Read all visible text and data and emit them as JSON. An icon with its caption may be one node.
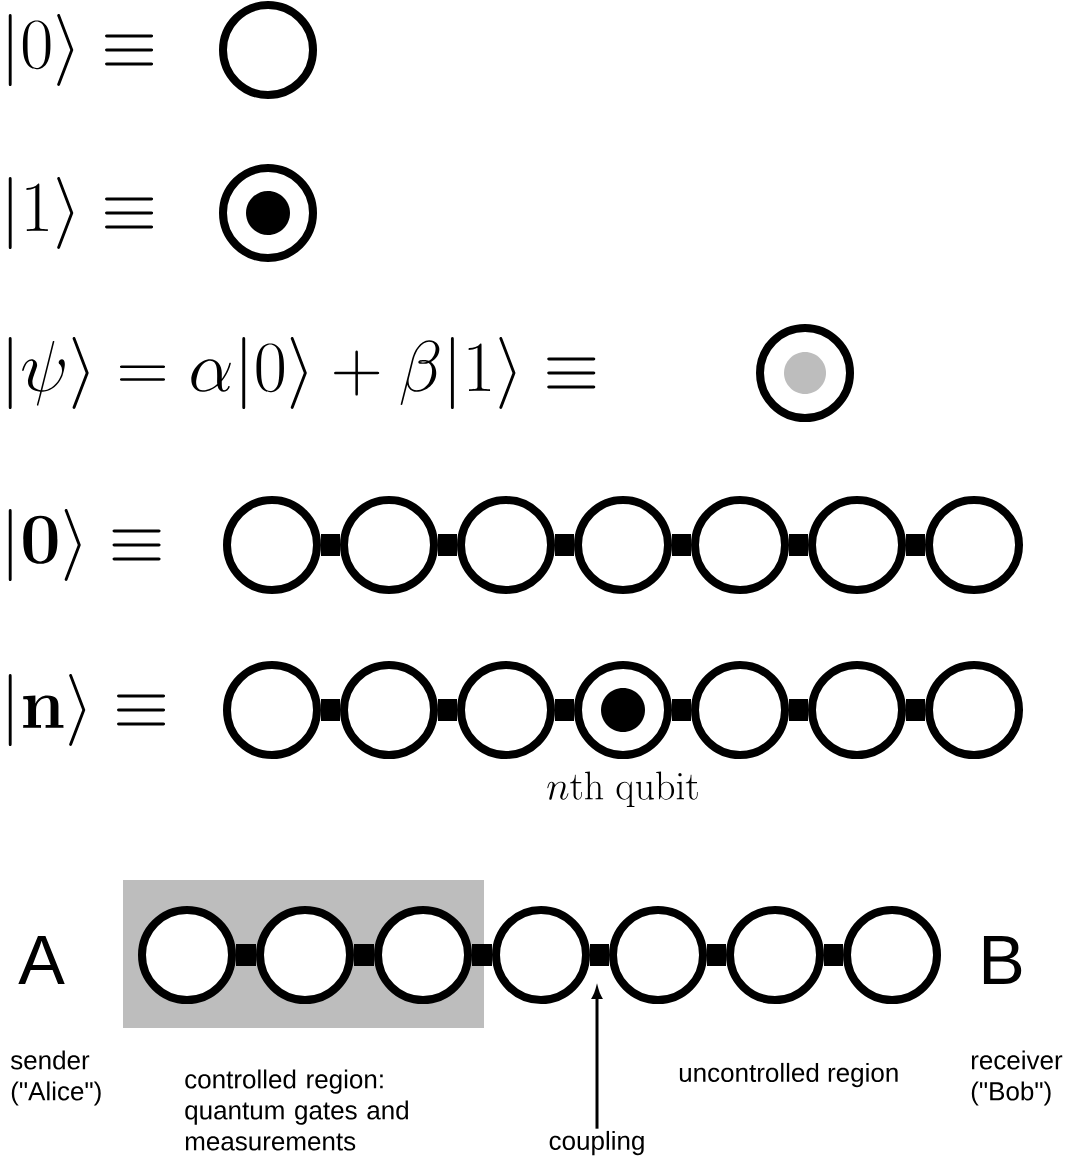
{
  "diagram": {
    "nodes": [
      {
        "text": [],
        "shape": "circle"
      },
      {
        "text": [],
        "shape": "circle"
      },
      {
        "text": [],
        "shape": "circle"
      },
      {
        "text": [],
        "shape": "circle"
      },
      {
        "text": [],
        "shape": "circle"
      },
      {
        "text": [],
        "shape": "circle"
      },
      {
        "text": [],
        "shape": "circle"
      },
      {
        "text": [],
        "shape": "circle"
      },
      {
        "text": [],
        "shape": "circle"
      },
      {
        "text": [],
        "shape": "circle"
      },
      {
        "text": [],
        "shape": "circle"
      },
      {
        "text": [],
        "shape": "circle"
      },
      {
        "text": [],
        "shape": "circle"
      },
      {
        "text": [],
        "shape": "circle",
        "beside": [
          "n\\mathrm{th\\ qubit}"
        ]
      },
      {
        "text": [],
        "shape": "circle"
      },
      {
        "text": [],
        "shape": "circle"
      },
      {
        "text": [],
        "shape": "circle"
      },
      {
        "text": [],
        "shape": "box"
      },
      {
        "text": [],
        "shape": "circle",
        "in": 17
      },
      {
        "text": [],
        "shape": "circle",
        "in": 17
      },
      {
        "text": [],
        "shape": "circle",
        "in": 17
      },
      {
        "text": [],
        "shape": "circle"
      },
      {
        "text": [],
        "shape": "circle"
      },
      {
        "text": [],
        "shape": "circle"
      },
      {
        "text": [],
        "shape": "circle"
      },
      {
        "text": [
          "coupling"
        ]
      }
    ],
    "edges": [
      {
        "from": 3,
        "to": 4,
        "arrow": "none"
      },
      {
        "from": 4,
        "to": 5,
        "arrow": "none"
      },
      {
        "from": 5,
        "to": 6,
        "arrow": "none"
      },
      {
        "from": 6,
        "to": 7,
        "arrow": "none"
      },
      {
        "from": 7,
        "to": 8,
        "arrow": "none"
      },
      {
        "from": 8,
        "to": 9,
        "arrow": "none"
      },
      {
        "from": 10,
        "to": 11,
        "arrow": "none"
      },
      {
        "from": 11,
        "to": 12,
        "arrow": "none"
      },
      {
        "from": 12,
        "to": 13,
        "arrow": "none"
      },
      {
        "from": 13,
        "to": 14,
        "arrow": "none"
      },
      {
        "from": 14,
        "to": 15,
        "arrow": "none"
      },
      {
        "from": 15,
        "to": 16,
        "arrow": "none"
      },
      {
        "from": 18,
        "to": 19,
        "arrow": "none"
      },
      {
        "from": 19,
        "to": 20,
        "arrow": "none"
      },
      {
        "from": 20,
        "to": 21,
        "arrow": "none"
      },
      {
        "from": 21,
        "to": 22,
        "arrow": "none"
      },
      {
        "from": 22,
        "to": 23,
        "arrow": "none"
      },
      {
        "from": 23,
        "to": 24,
        "arrow": "none"
      },
      {
        "from": 25,
        "to": null,
        "arrow": "to"
      }
    ],
    "labels": [
      "|0\\rangle \\equiv",
      "|1\\rangle \\equiv",
      "|\\psi\\rangle = \\alpha|0\\rangle + \\beta|1\\rangle \\equiv",
      "|\\mathbf{0}\\rangle \\equiv",
      "|\\mathbf{n}\\rangle \\equiv",
      "A",
      "B",
      "sender (\"Alice\")",
      "controlled region: quantum gates and measurements",
      "uncontrolled region",
      "receiver (\"Bob\")"
    ]
  }
}
